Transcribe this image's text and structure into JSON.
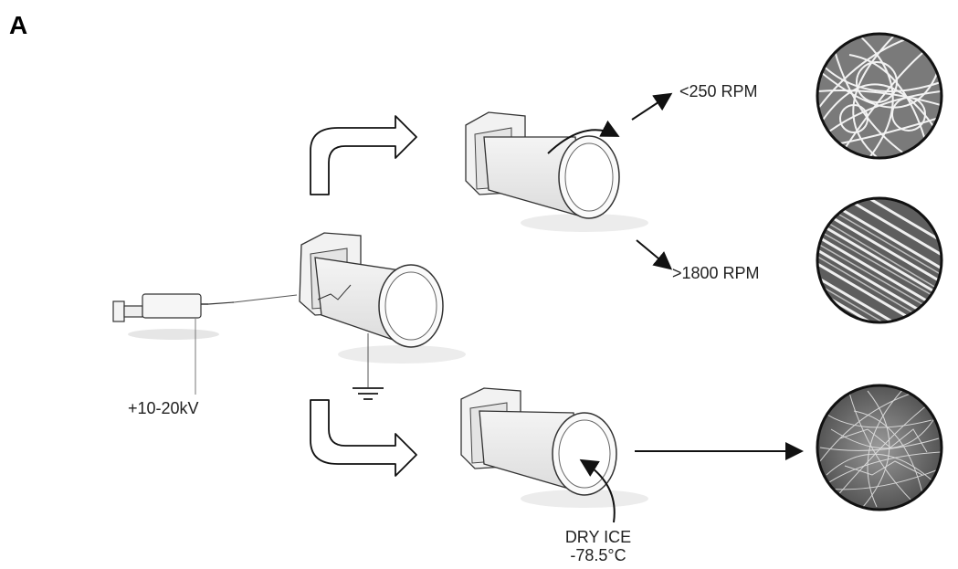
{
  "panel_letter": "A",
  "labels": {
    "voltage": "+10-20kV",
    "low_rpm": "<250 RPM",
    "high_rpm": ">1800 RPM",
    "dry_ice_line1": "DRY ICE",
    "dry_ice_line2": "-78.5°C"
  },
  "fiber_images": [
    "random-fiber-mat",
    "aligned-fiber-mat",
    "cryogenic-porous-fiber-mat"
  ]
}
